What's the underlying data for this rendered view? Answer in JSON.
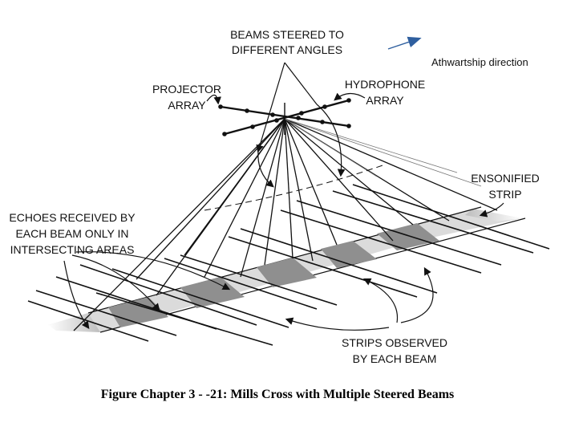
{
  "labels": {
    "beams_steered": [
      "BEAMS STEERED TO",
      "DIFFERENT ANGLES"
    ],
    "projector_array": [
      "PROJECTOR",
      "ARRAY"
    ],
    "hydrophone_array": [
      "HYDROPHONE",
      "ARRAY"
    ],
    "athwartship": "Athwartship direction",
    "ensonified_strip": [
      "ENSONIFIED",
      "STRIP"
    ],
    "echoes": [
      "ECHOES RECEIVED BY",
      "EACH BEAM ONLY IN",
      "INTERSECTING AREAS"
    ],
    "strips_observed": [
      "STRIPS OBSERVED",
      "BY EACH BEAM"
    ]
  },
  "caption": "Figure Chapter 3 - -21:  Mills Cross with Multiple Steered Beams",
  "colors": {
    "line": "#111111",
    "arrow": "#2f5f9f",
    "strip_fill": "#c8c8c8",
    "intersect_fill": "#8f8f8f"
  }
}
